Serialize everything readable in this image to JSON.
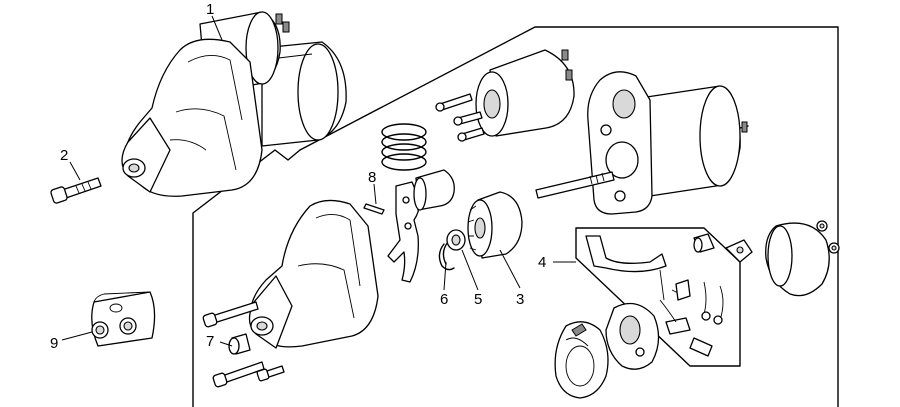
{
  "callouts": [
    {
      "id": "callout-1",
      "label": "1"
    },
    {
      "id": "callout-2",
      "label": "2"
    },
    {
      "id": "callout-3",
      "label": "3"
    },
    {
      "id": "callout-4",
      "label": "4"
    },
    {
      "id": "callout-5",
      "label": "5"
    },
    {
      "id": "callout-6",
      "label": "6"
    },
    {
      "id": "callout-7",
      "label": "7"
    },
    {
      "id": "callout-8",
      "label": "8"
    },
    {
      "id": "callout-9",
      "label": "9"
    }
  ]
}
